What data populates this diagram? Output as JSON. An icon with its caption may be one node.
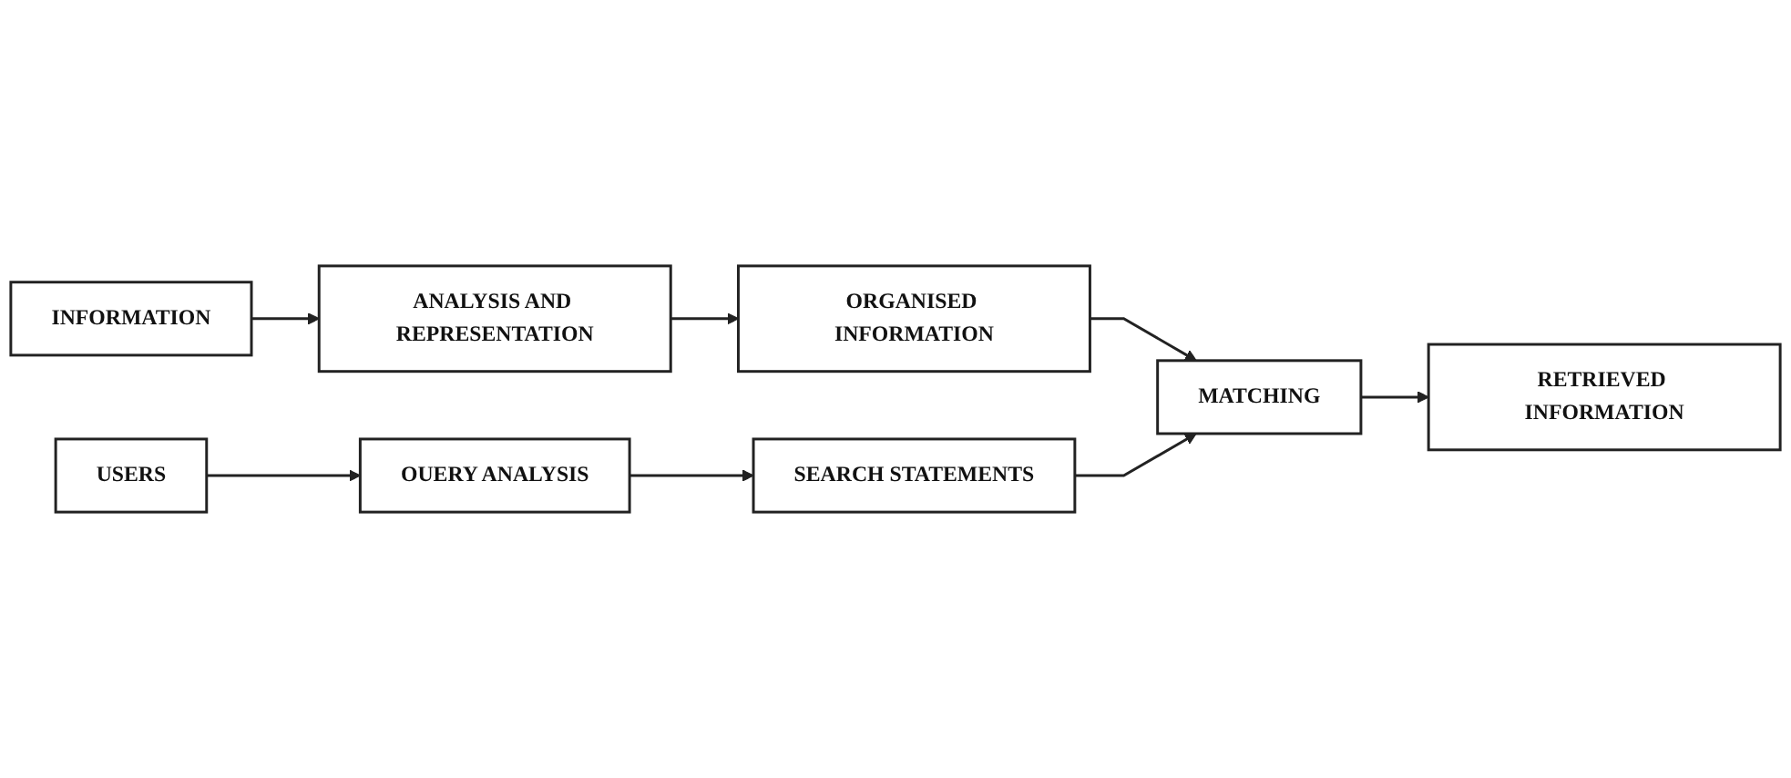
{
  "diagram": {
    "nodes": [
      {
        "text": [
          "INFORMATION"
        ]
      },
      {
        "text": [
          "ANALYSIS AND REPRESENTATION"
        ]
      },
      {
        "text": [
          "ORGANISED INFORMATION"
        ]
      },
      {
        "text": [
          "MATCHING"
        ]
      },
      {
        "text": [
          "RETRIEVED INFORMATION"
        ]
      },
      {
        "text": [
          "SEARCH STATEMENTS"
        ]
      },
      {
        "text": [
          "USERS"
        ]
      },
      {
        "text": [
          "OUERY ANALYSIS"
        ]
      }
    ],
    "edges": [
      {
        "from": 0,
        "to": 1,
        "arrow": "to"
      },
      {
        "from": 1,
        "to": 2,
        "arrow": "to"
      },
      {
        "from": 2,
        "to": 3,
        "arrow": "to"
      },
      {
        "from": 5,
        "to": 3,
        "arrow": "to"
      },
      {
        "from": 3,
        "to": 4,
        "arrow": "to"
      },
      {
        "from": 6,
        "to": 7,
        "arrow": "to"
      },
      {
        "from": 7,
        "to": 5,
        "arrow": "to"
      }
    ]
  }
}
